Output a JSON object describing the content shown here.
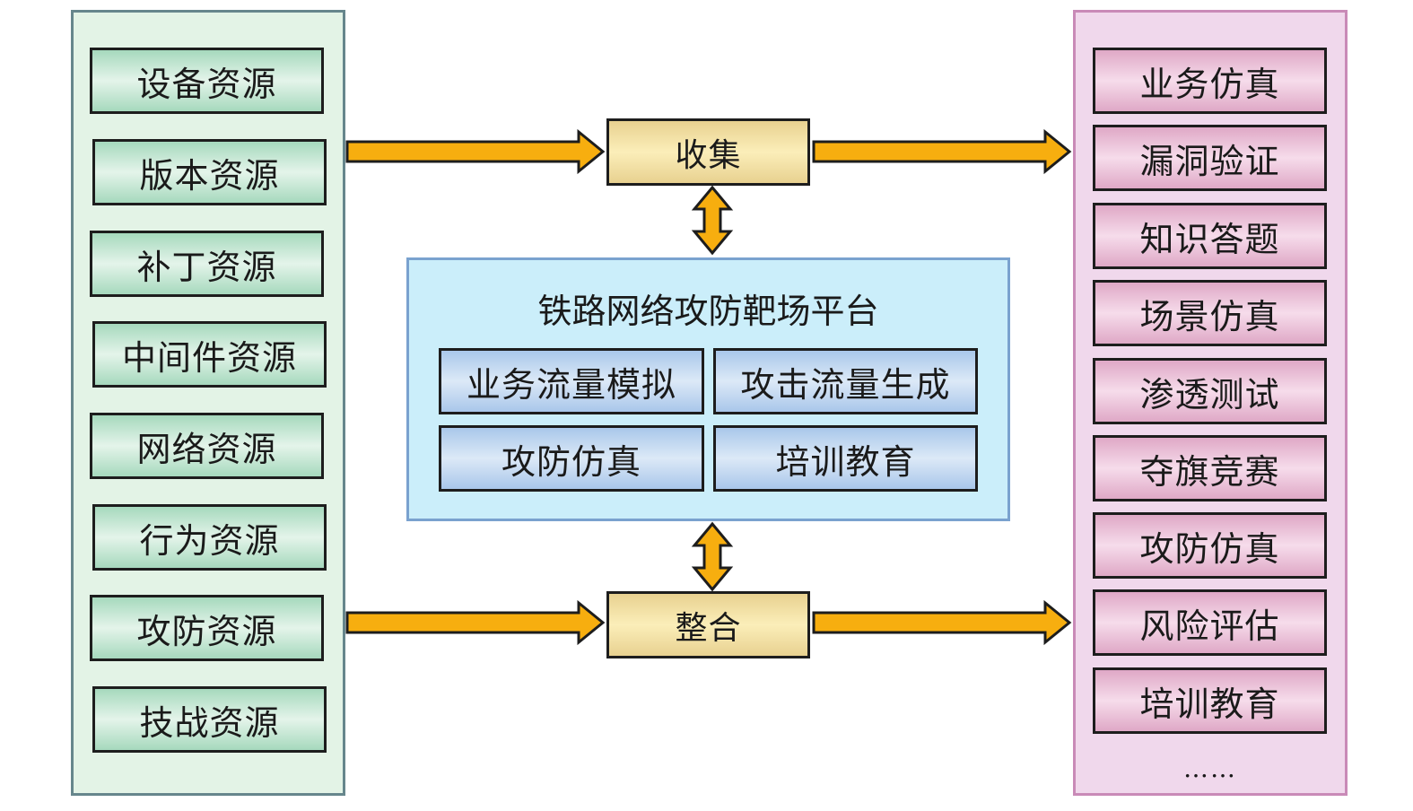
{
  "left_resources": {
    "items": [
      "设备资源",
      "版本资源",
      "补丁资源",
      "中间件资源",
      "网络资源",
      "行为资源",
      "攻防资源",
      "技战资源"
    ]
  },
  "process_nodes": {
    "collect": "收集",
    "integrate": "整合"
  },
  "platform": {
    "title": "铁路网络攻防靶场平台",
    "modules": [
      "业务流量模拟",
      "攻击流量生成",
      "攻防仿真",
      "培训教育"
    ]
  },
  "right_applications": {
    "items": [
      "业务仿真",
      "漏洞验证",
      "知识答题",
      "场景仿真",
      "渗透测试",
      "夺旗竞赛",
      "攻防仿真",
      "风险评估",
      "培训教育"
    ],
    "ellipsis": "……"
  },
  "colors": {
    "arrow_fill": "#f7ae0f",
    "left_panel_bg": "#e3f3e6",
    "right_panel_bg": "#f0d8ec",
    "platform_bg": "#cbeefa"
  }
}
